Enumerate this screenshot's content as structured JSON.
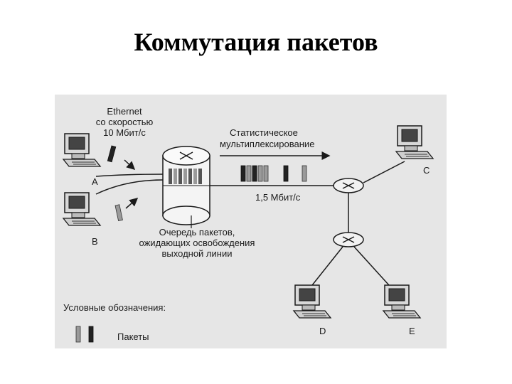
{
  "title": "Коммутация пакетов",
  "diagram": {
    "ethernet_label": [
      "Ethernet",
      "со скоростью",
      "10 Мбит/с"
    ],
    "multiplex_label": [
      "Статистическое",
      "мультиплексирование"
    ],
    "link_speed": "1,5 Мбит/с",
    "queue_label": [
      "Очередь пакетов,",
      "ожидающих освобождения",
      "выходной линии"
    ],
    "nodes": {
      "a": "A",
      "b": "B",
      "c": "C",
      "d": "D",
      "e": "E"
    },
    "legend_title": "Условные обозначения:",
    "legend_packets": "Пакеты"
  },
  "colors": {
    "figure_bg": "#e6e6e6",
    "ink": "#1a1a1a"
  }
}
